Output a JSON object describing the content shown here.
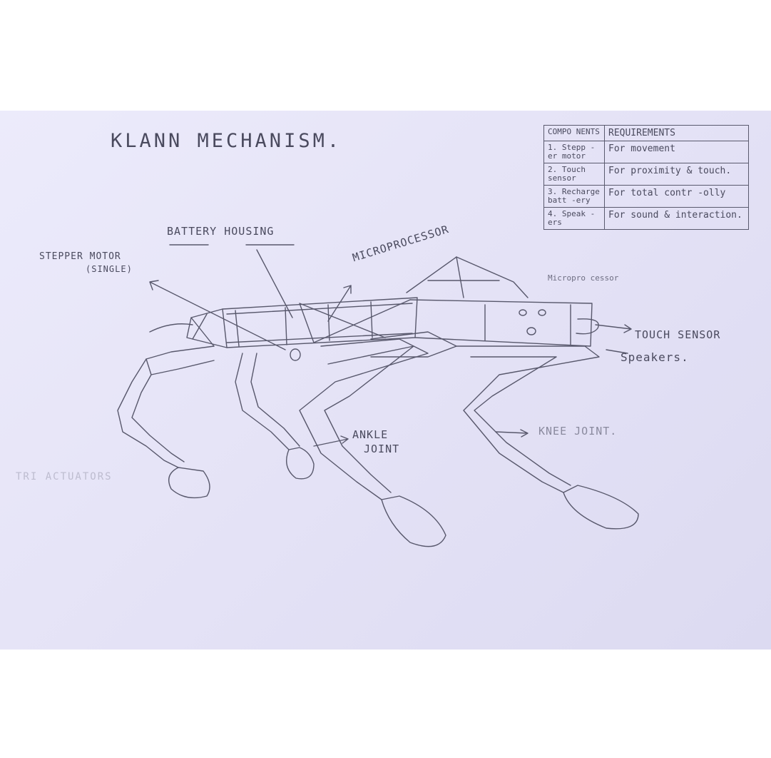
{
  "title": "KLANN MECHANISM.",
  "labels": {
    "battery_housing": "BATTERY HOUSING",
    "stepper_motor": "STEPPER MOTOR",
    "stepper_motor_sub": "(SINGLE)",
    "microprocessor": "MICROPROCESSOR",
    "touch_sensor": "TOUCH SENSOR",
    "speakers": "Speakers.",
    "ankle_joint": "ANKLE",
    "ankle_joint_2": "JOINT",
    "knee_joint": "KNEE JOINT.",
    "faint_text": "TRI ACTUATORS"
  },
  "table": {
    "headers": [
      "COMPO NENTS",
      "REQUIREMENTS"
    ],
    "rows": [
      [
        "1. Stepp -er motor",
        "For movement"
      ],
      [
        "2. Touch sensor",
        "For proximity & touch."
      ],
      [
        "3. Recharge batt -ery",
        "For total contr -olly"
      ],
      [
        "4. Speak -ers",
        "For sound & interaction."
      ]
    ],
    "footer": "Micropro cessor"
  }
}
